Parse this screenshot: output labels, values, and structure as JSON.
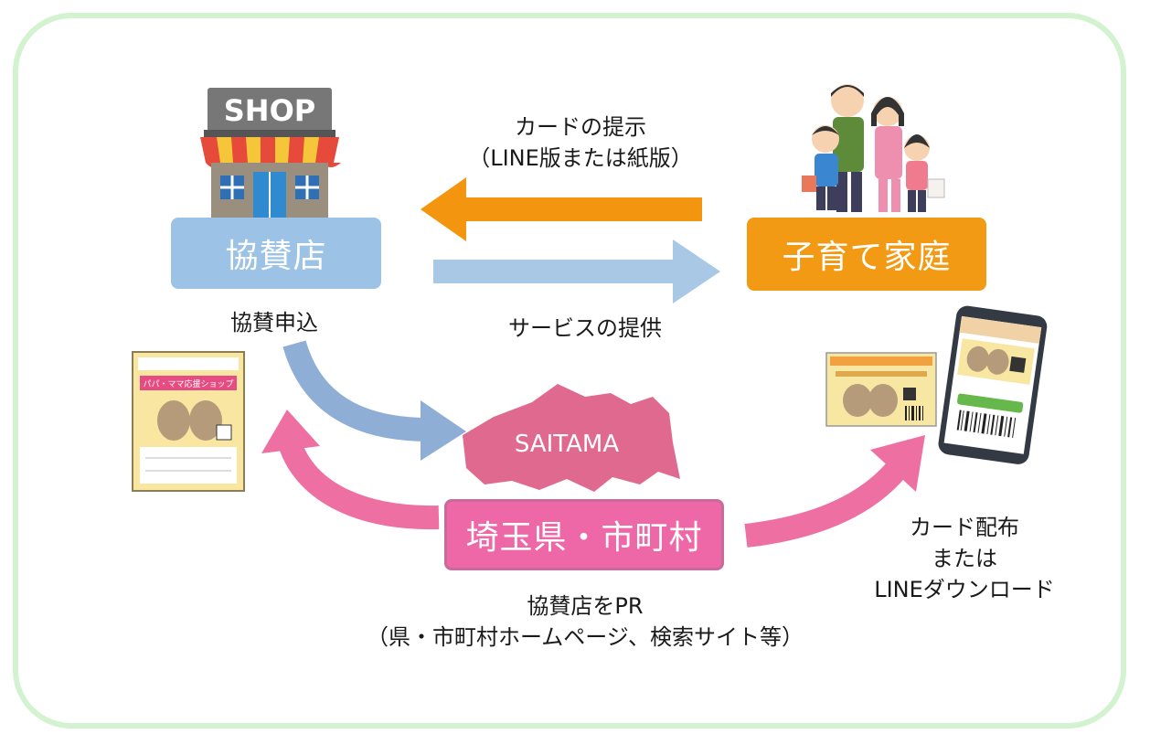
{
  "shop": {
    "sign": "SHOP",
    "label": "協賛店",
    "caption": "協賛申込"
  },
  "family": {
    "label": "子育て家庭"
  },
  "card_presentation": {
    "line1": "カードの提示",
    "line2": "（LINE版または紙版）"
  },
  "service": {
    "text": "サービスの提供"
  },
  "prefecture": {
    "map_label": "SAITAMA",
    "label": "埼玉県・市町村",
    "pr_line1": "協賛店をPR",
    "pr_line2": "（県・市町村ホームページ、検索サイト等）"
  },
  "distribution": {
    "line1": "カード配布",
    "line2": "または",
    "line3": "LINEダウンロード"
  },
  "sticker": {
    "title": "パパ・ママ応援ショップ"
  },
  "colors": {
    "frame": "#d3f2cf",
    "shop_box": "#9cc3e6",
    "family_box": "#f39a14",
    "pref_box": "#ee68a8",
    "orange_arrow": "#f3950f",
    "blue_arrow": "#a8c8e6",
    "pink_arrow": "#ee6fa2",
    "saitama_map": "#e06a8f"
  }
}
